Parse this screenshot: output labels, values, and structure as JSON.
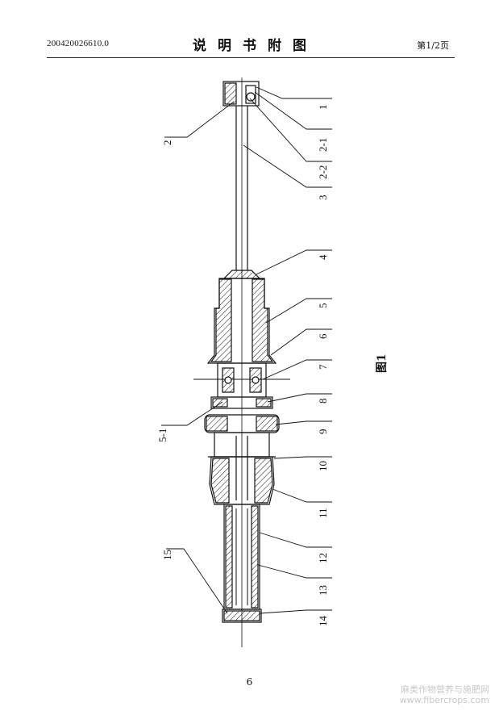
{
  "header": {
    "doc_id": "200420026610.0",
    "title": "说明书附图",
    "page_indicator": "第1/2页"
  },
  "figure": {
    "caption": "图1",
    "part_labels": [
      "1",
      "2-1",
      "2-2",
      "3",
      "4",
      "5",
      "6",
      "7",
      "8",
      "9",
      "10",
      "11",
      "12",
      "13",
      "14"
    ],
    "left_labels": [
      "2",
      "5-1",
      "15"
    ]
  },
  "footer": {
    "page_number": "6",
    "watermark_line1": "麻类作物营养与施肥网",
    "watermark_line2": "www.fibercrops.com"
  }
}
